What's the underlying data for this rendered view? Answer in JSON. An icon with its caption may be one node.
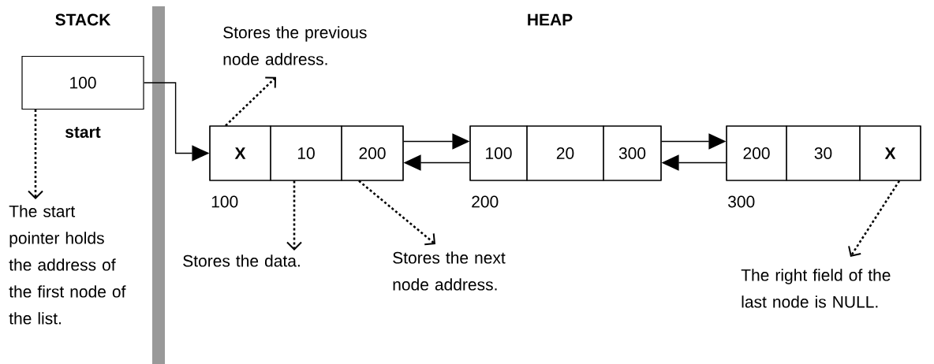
{
  "diagram": {
    "nodes": [
      {
        "text": [
          "100"
        ],
        "beside": [
          "start"
        ]
      },
      {
        "text": [],
        "shape": "box",
        "beside": [
          "100"
        ]
      },
      {
        "text": [
          "X"
        ],
        "in": 1
      },
      {
        "text": [
          "10"
        ],
        "in": 1
      },
      {
        "text": [
          "200"
        ],
        "in": 1
      },
      {
        "text": [],
        "shape": "box",
        "beside": [
          "200"
        ]
      },
      {
        "text": [
          "100"
        ],
        "in": 5
      },
      {
        "text": [
          "20"
        ],
        "in": 5
      },
      {
        "text": [
          "300"
        ],
        "in": 5
      },
      {
        "text": [],
        "shape": "box",
        "beside": [
          "300"
        ]
      },
      {
        "text": [
          "200"
        ],
        "in": 9
      },
      {
        "text": [
          "30"
        ],
        "in": 9
      },
      {
        "text": [
          "X"
        ],
        "in": 9
      },
      {
        "text": [
          "The start pointer holds the address of the first node of the list."
        ]
      },
      {
        "text": [
          "Stores the previous node address."
        ]
      },
      {
        "text": [
          "Stores the data."
        ]
      },
      {
        "text": [
          "Stores the next node address."
        ]
      },
      {
        "text": [
          "The right field of the last node is NULL."
        ]
      }
    ],
    "edges": [
      {
        "from": 0,
        "to": 1,
        "arrow": "to"
      },
      {
        "from": 1,
        "to": 5,
        "arrow": "to"
      },
      {
        "from": 5,
        "to": 1,
        "arrow": "to"
      },
      {
        "from": 5,
        "to": 9,
        "arrow": "to"
      },
      {
        "from": 9,
        "to": 5,
        "arrow": "to"
      },
      {
        "from": 0,
        "to": 13,
        "arrow": "to",
        "style": "dashed"
      },
      {
        "from": 2,
        "to": 14,
        "arrow": "to",
        "style": "dashed"
      },
      {
        "from": 3,
        "to": 15,
        "arrow": "to",
        "style": "dashed"
      },
      {
        "from": 4,
        "to": 16,
        "arrow": "to",
        "style": "dashed"
      },
      {
        "from": 12,
        "to": 17,
        "arrow": "to",
        "style": "dashed"
      }
    ],
    "labels": [
      "STACK",
      "HEAP"
    ]
  }
}
